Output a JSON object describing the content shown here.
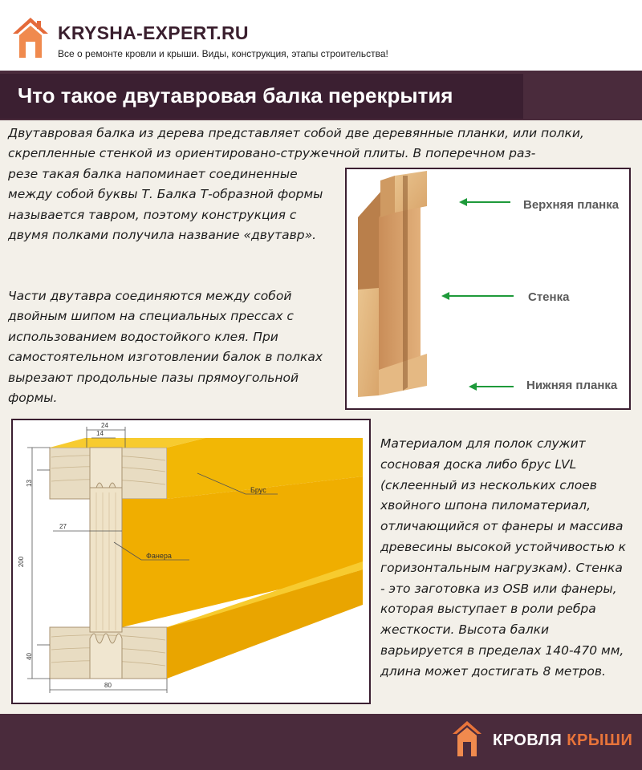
{
  "header": {
    "site_name": "KRYSHA-EXPERT.RU",
    "tagline": "Все о ремонте кровли и крыши. Виды, конструкция, этапы строительства!"
  },
  "title": "Что такое двутавровая балка перекрытия",
  "text": {
    "intro_full": "Двутавровая балка из дерева представляет собой две деревянные планки, или полки, скрепленные стенкой из ориентировано-стружечной плиты. В поперечном раз-",
    "intro_left": "резе такая балка напоминает соединенные между собой буквы Т. Балка Т-образной формы называется тавром, поэтому конструкция с двумя полками получила название «двутавр».",
    "parts": "Части двутавра соединяются между собой двойным шипом на специальных прессах с использованием водостойкого клея. При самостоятельном изготовлении балок в полках вырезают продольные пазы прямоугольной формы.",
    "material": "Материалом для полок служит сосновая доска либо брус LVL (склеенный из нескольких слоев хвойного шпона пиломатериал, отличающийся от фанеры и массива древесины высокой устойчивостью к горизонтальным нагрузкам). Стенка - это заготовка из OSB или фанеры, которая выступает в роли ребра жесткости. Высота балки варьируется в пределах 140-470 мм, длина может достигать 8 метров."
  },
  "photo_labels": {
    "top": "Верхняя планка",
    "web": "Стенка",
    "bottom": "Нижняя планка"
  },
  "drawing": {
    "beam_label": "Брус",
    "web_label": "Фанера",
    "dims": {
      "top_outer": "24",
      "top_inner": "14",
      "flange_depth": "13",
      "web_thickness": "27",
      "height": "200",
      "bottom_flange": "40",
      "width": "80"
    }
  },
  "footer": {
    "brand_word1": "КРОВЛЯ",
    "brand_word2": "КРЫШИ"
  },
  "colors": {
    "header_band": "#4a2b3c",
    "title_bar": "#3b1f31",
    "beam_yellow": "#f2b705",
    "accent_orange": "#e8743a",
    "arrow_green": "#1e9a3a"
  }
}
